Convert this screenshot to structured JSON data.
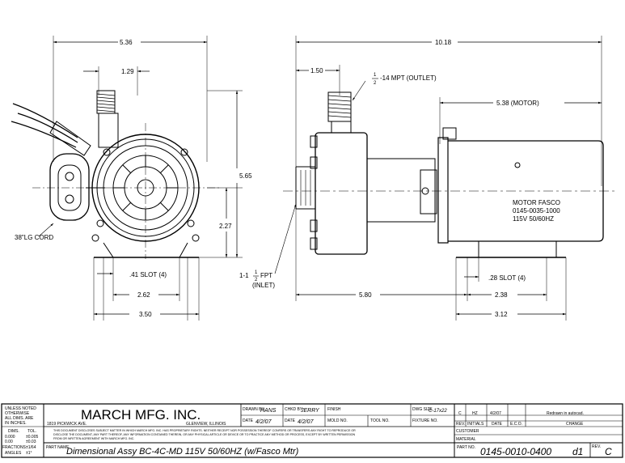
{
  "front_view": {
    "width_top": "5.36",
    "offset_top": "1.29",
    "height": "5.65",
    "shaft_height": "2.27",
    "cord": "38\"LG CORD",
    "slot": ".41 SLOT (4)",
    "hole_spacing": "2.62",
    "base_width": "3.50"
  },
  "side_view": {
    "overall_length": "10.18",
    "outlet_offset": "1.50",
    "outlet_label": "-14 MPT (OUTLET)",
    "outlet_frac_num": "1",
    "outlet_frac_den": "2",
    "motor_length": "5.38 (MOTOR)",
    "inlet_label_a": "1-1",
    "inlet_frac_num": "1",
    "inlet_frac_den": "2",
    "inlet_label_b": "FPT",
    "inlet_label_c": "(INLET)",
    "motor_note": [
      "MOTOR FASCO",
      "0145-0035-1000",
      "115V 50/60HZ"
    ],
    "slot": ".28 SLOT (4)",
    "inlet_to_base": "5.80",
    "base_spacing": "2.38",
    "base_width": "3.12"
  },
  "title_block": {
    "tolerance": {
      "unless_noted": "UNLESS NOTED",
      "otherwise": "OTHERWISE",
      "all_dims": "ALL DIMS. ARE",
      "in_inches": "IN INCHES.",
      "dims": "DIMS.",
      "tol": "TOL.",
      "r1a": "0.000",
      "r1b": "±0.005",
      "r2a": "0.00",
      "r2b": "±0.03",
      "r3a": "FRACTIONS",
      "r3b": "±1/64",
      "r4a": "ANGLES",
      "r4b": "±1°"
    },
    "company": "MARCH MFG. INC.",
    "address": "1819 PICKWICK AVE.",
    "city": "GLENVIEW, ILLINOIS",
    "disclaimer": [
      "THIS DOCUMENT DISCLOSES SUBJECT MATTER IN WHICH MARCH MFG. INC. HAS PROPRIETARY RIGHTS. NEITHER RECEIPT NOR POSSESSION THEREOF CONFERS OR TRANSFERS ANY RIGHT TO REPRODUCE OR",
      "DISCLOSE THE DOCUMENT, ANY PART THEREOF, ANY INFORMATION CONTAINED THEREIN, OR ANY PHYSICAL ARTICLE OR DEVICE OR TO PRACTICE ANY METHOD OR PROCESS, EXCEPT BY WRITTEN PERMISSION",
      "FROM OR WRITTEN AGREEMENT WITH MARCH MFG. INC."
    ],
    "drawn_by_label": "DRAWN BY",
    "drawn_by": "HANS",
    "chkd_by_label": "CHKD BY",
    "chkd_by": "JERRY",
    "finish_label": "FINISH",
    "dwg_size_label": "DWG SIZE",
    "dwg_size": "C-17x22",
    "date_label": "DATE",
    "date1": "4/2/07",
    "date2": "4/2/07",
    "mold_label": "MOLD NO.",
    "tool_label": "TOOL NO.",
    "fixture_label": "FIXTURE NO.",
    "rev_row": [
      "C",
      "HZ",
      "4/2/07",
      "",
      "Redrawn in autocad."
    ],
    "rev_headers": [
      "REV.",
      "INITIALS",
      "DATE",
      "E.C.O.",
      "CHANGE"
    ],
    "customer_label": "CUSTOMER",
    "material_label": "MATERIAL",
    "part_name_label": "PART NAME",
    "part_name": "Dimensional Assy BC-4C-MD 115V 50/60HZ (w/Fasco Mtr)",
    "part_no_label": "PART NO.",
    "part_no": "0145-0010-0400",
    "part_suffix": "d1",
    "rev_label": "REV.",
    "rev": "C"
  }
}
